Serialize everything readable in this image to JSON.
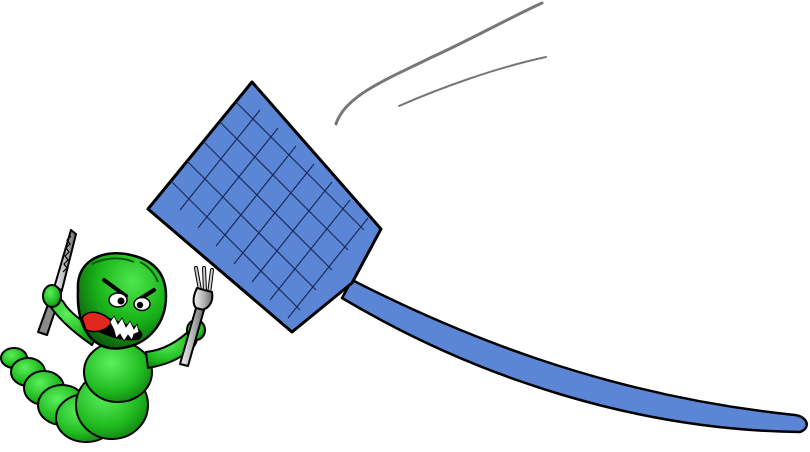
{
  "scene": {
    "subjects": [
      "angry-worm",
      "knife",
      "fork",
      "fly-swatter",
      "motion-lines"
    ],
    "colors": {
      "background": "#ffffff",
      "worm_light": "#4ee84e",
      "worm_mid": "#19b319",
      "worm_dark": "#0b5a0b",
      "swatter_blue": "#5b86d6",
      "swatter_mesh": "#1c2c5a",
      "outline": "#000000",
      "tongue_red": "#e0281e",
      "cutlery_light": "#e0e0e0",
      "cutlery_dark": "#6a6a6a",
      "motion_gray": "#777777"
    }
  }
}
